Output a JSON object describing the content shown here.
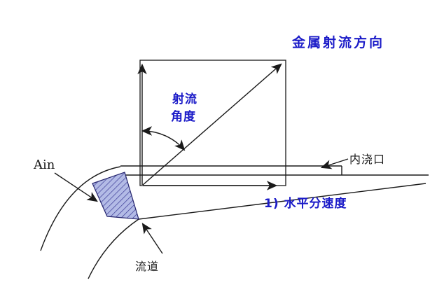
{
  "diagram": {
    "kind": "die-casting-gate-jet-diagram",
    "labels": {
      "jet_direction": "金属射流方向",
      "jet_angle_line1": "射流",
      "jet_angle_line2": "角度",
      "inner_gate": "内浇口",
      "horizontal_velocity": "1) 水平分速度",
      "area_in": "Ain",
      "runner": "流道"
    }
  },
  "colors": {
    "background": "#ffffff",
    "line": "#1a1a1a",
    "blue_label": "#1b1bc8",
    "black_label": "#1a1a1a",
    "hatch_fill": "#b3bbe6",
    "hatch_line": "#3c3c96"
  }
}
